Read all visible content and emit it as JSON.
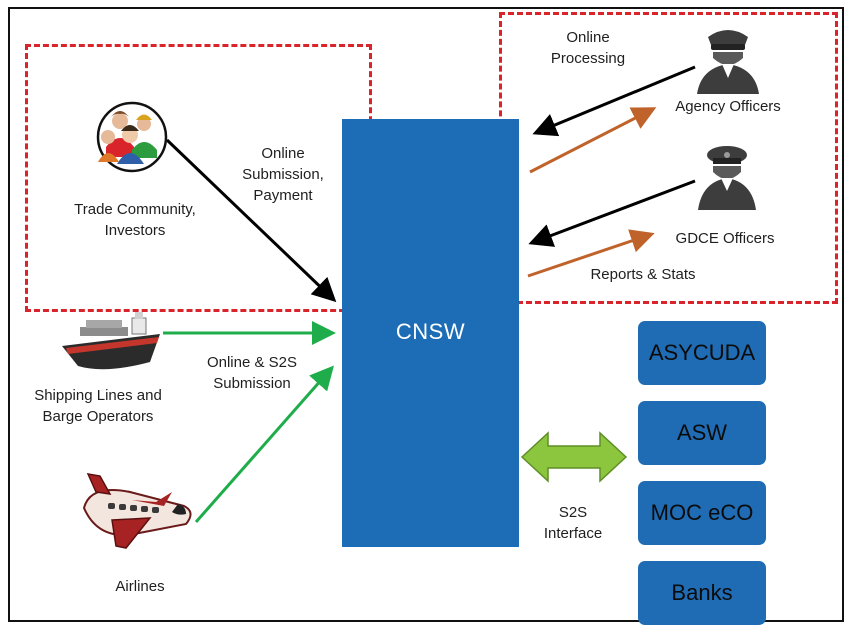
{
  "core": {
    "label": "CNSW"
  },
  "actors": {
    "trade": {
      "line1": "Trade Community,",
      "line2": "Investors"
    },
    "shipping": {
      "line1": "Shipping Lines and",
      "line2": "Barge Operators"
    },
    "airlines": {
      "label": "Airlines"
    },
    "agency": {
      "label": "Agency Officers"
    },
    "gdce": {
      "label": "GDCE Officers"
    }
  },
  "flows": {
    "online_submission": {
      "line1": "Online",
      "line2": "Submission,",
      "line3": "Payment"
    },
    "online_s2s": {
      "line1": "Online & S2S",
      "line2": "Submission"
    },
    "online_processing": {
      "line1": "Online",
      "line2": "Processing"
    },
    "reports": {
      "label": "Reports & Stats"
    },
    "s2s_interface": {
      "line1": "S2S",
      "line2": "Interface"
    }
  },
  "systems": [
    "ASYCUDA",
    "ASW",
    "MOC eCO",
    "Banks"
  ],
  "colors": {
    "core": "#1c6db5",
    "dashed_border": "#d9242b",
    "green_arrow": "#1fad4b",
    "orange_arrow": "#c0632a",
    "black_arrow": "#000000",
    "interface_arrow": "#8cc63f"
  },
  "icons": [
    "people-group-icon",
    "police-officer-icon",
    "military-officer-icon",
    "cargo-ship-icon",
    "airplane-icon"
  ]
}
